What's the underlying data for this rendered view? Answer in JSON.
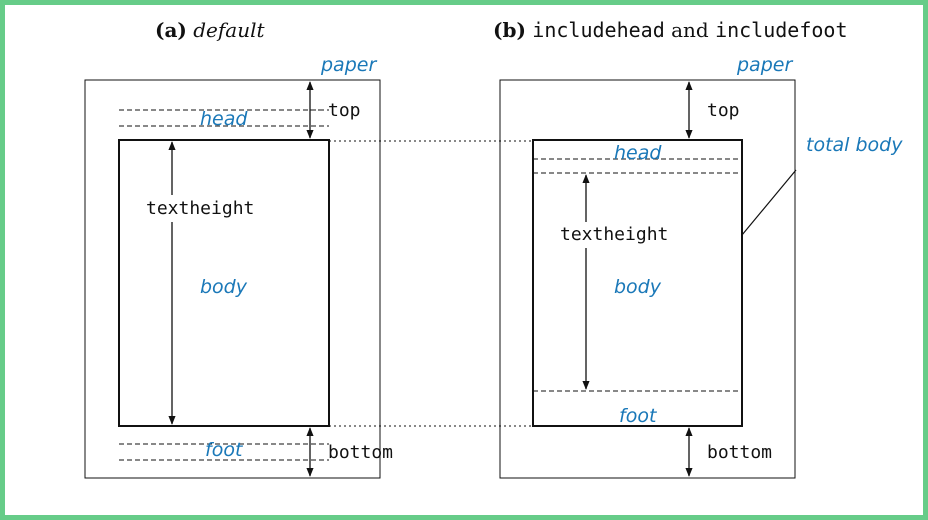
{
  "caption_a": {
    "label": "(a)",
    "name": "default"
  },
  "caption_b": {
    "label": "(b)",
    "first": "includehead",
    "connector": "and",
    "second": "includefoot"
  },
  "left": {
    "paper": "paper",
    "head": "head",
    "body": "body",
    "foot": "foot",
    "top": "top",
    "bottom": "bottom",
    "textheight": "textheight"
  },
  "right": {
    "paper": "paper",
    "head": "head",
    "body": "body",
    "foot": "foot",
    "top": "top",
    "bottom": "bottom",
    "textheight": "textheight",
    "total_body": "total body"
  },
  "colors": {
    "frame": "#66cc88",
    "label": "#1a78b8",
    "line": "#111111"
  }
}
